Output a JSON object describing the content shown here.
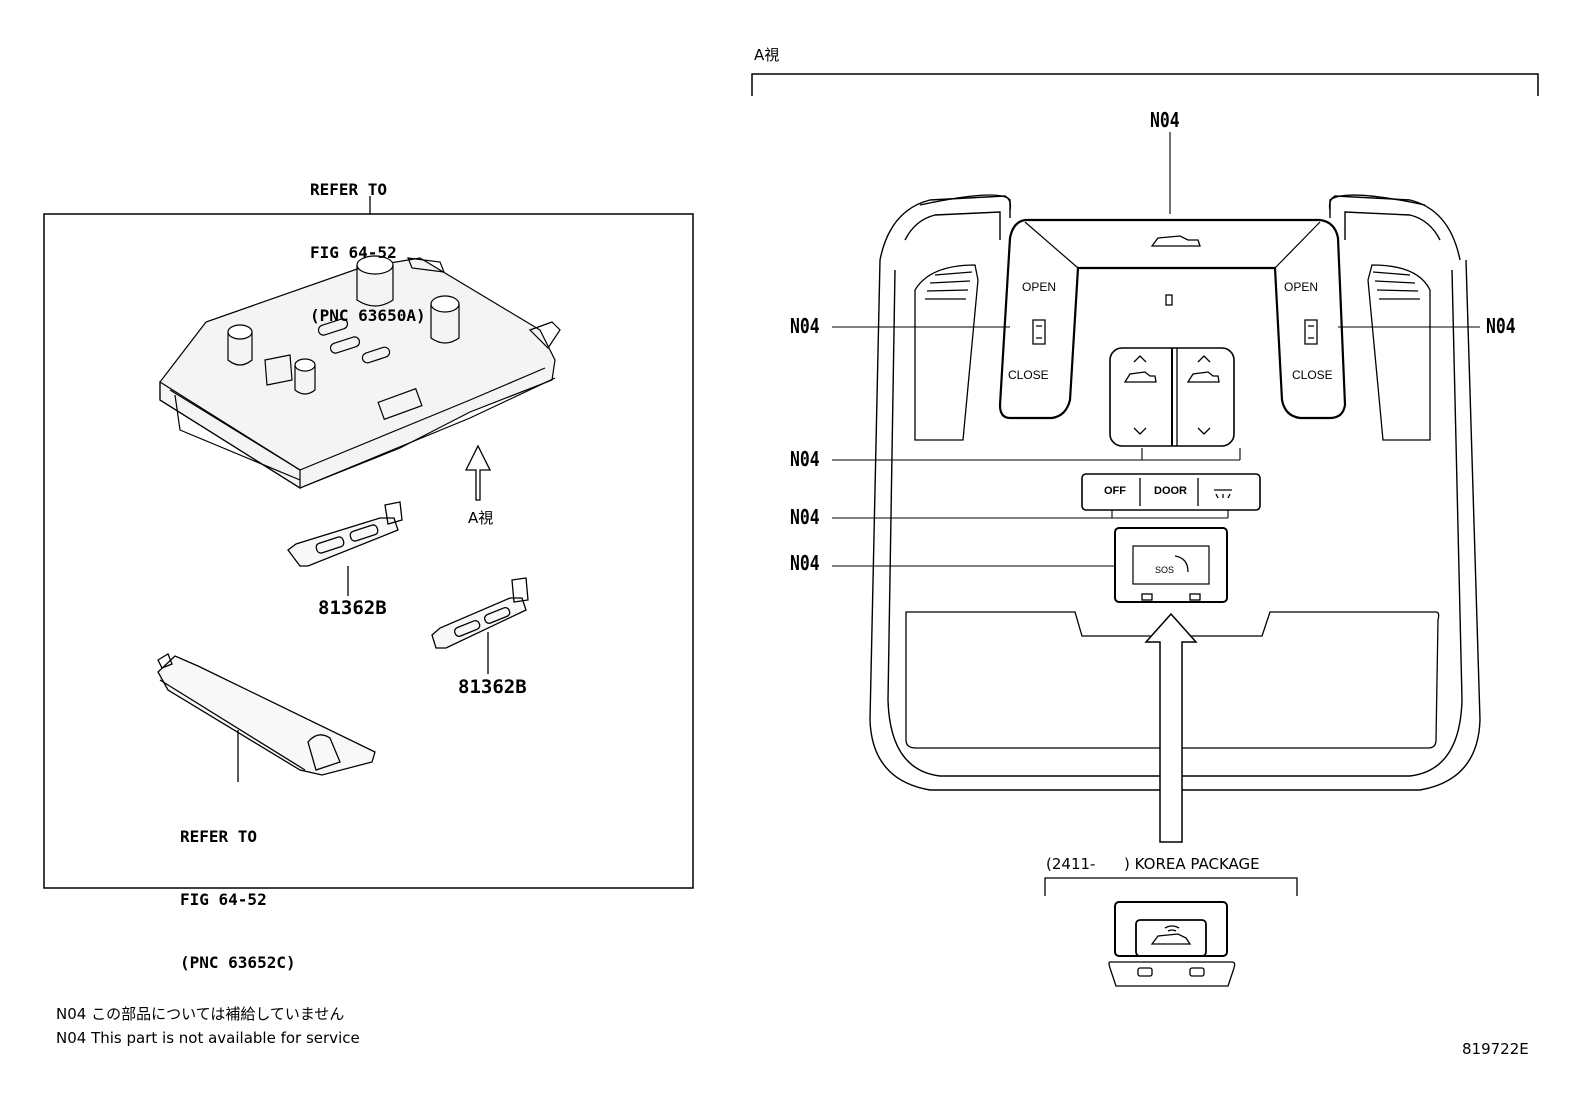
{
  "left_panel": {
    "refer_top": [
      "REFER TO",
      "FIG 64-52",
      "(PNC 63650A)"
    ],
    "refer_bottom": [
      "REFER TO",
      "FIG 64-52",
      "(PNC 63652C)"
    ],
    "part_upper": "81362B",
    "part_lower": "81362B",
    "view_arrow_label": "A視"
  },
  "right_panel": {
    "view_title": "A視",
    "callout_top": "N04",
    "callout_left_1": "N04",
    "callout_right": "N04",
    "callout_left_2": "N04",
    "callout_left_3": "N04",
    "callout_left_4": "N04",
    "left_switch": {
      "open": "OPEN",
      "close": "CLOSE"
    },
    "right_switch": {
      "open": "OPEN",
      "close": "CLOSE"
    },
    "lamp_switch": [
      "OFF",
      "DOOR"
    ],
    "sos_label": "SOS",
    "korea_package": "(2411-      ) KOREA PACKAGE"
  },
  "notes": {
    "jp": "N04 この部品については補給していません",
    "en": "N04 This part is not available for service"
  },
  "figure_number": "819722E"
}
